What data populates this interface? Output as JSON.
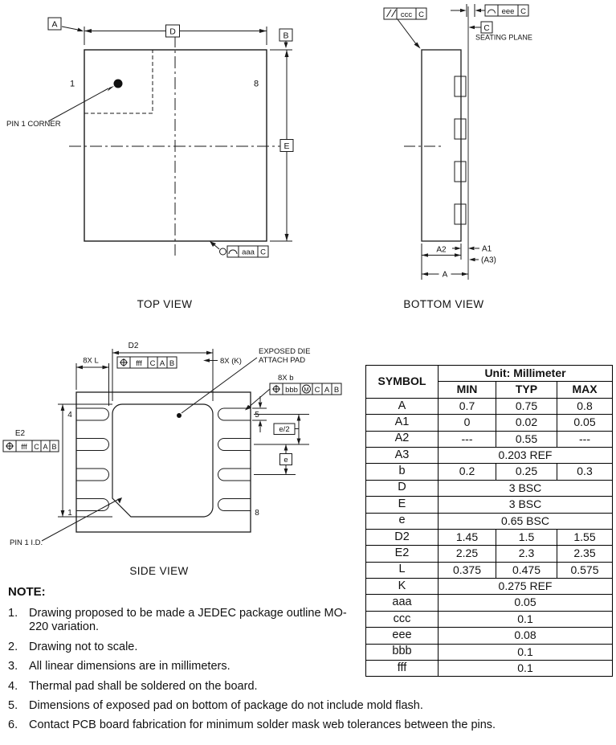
{
  "top_view": {
    "label": "TOP VIEW",
    "pin1_number": "1",
    "pin8_number": "8",
    "pin1_corner": "PIN 1 CORNER",
    "datum_a": "A",
    "datum_b": "B",
    "dim_d": "D",
    "dim_e": "E",
    "fcf_aaa": {
      "tolerance": "aaa",
      "datum": "C"
    }
  },
  "bottom_view": {
    "label": "BOTTOM VIEW",
    "fcf_ccc": {
      "tolerance": "ccc",
      "datum": "C"
    },
    "fcf_eee": {
      "tolerance": "eee",
      "datum": "C"
    },
    "datum_c": "C",
    "seating_plane": "SEATING PLANE",
    "dim_a1": "A1",
    "dim_a2": "A2",
    "dim_a3": "(A3)",
    "dim_a": "A"
  },
  "side_view": {
    "label": "SIDE VIEW",
    "dim_d2": "D2",
    "dim_8x_l": "8X L",
    "dim_8x_k": "8X (K)",
    "exposed_pad_line1": "EXPOSED DIE",
    "exposed_pad_line2": "ATTACH PAD",
    "dim_8x_b": "8X b",
    "dim_e2": "E2",
    "dim_e_half": "e/2",
    "dim_e": "e",
    "pin4_number": "4",
    "pin5_number": "5",
    "pin1_number": "1",
    "pin8_number": "8",
    "pin1_id": "PIN 1 I.D.",
    "fcf_fff_top": {
      "tolerance": "fff",
      "datum1": "C",
      "datum2": "A",
      "datum3": "B"
    },
    "fcf_fff_left": {
      "tolerance": "fff",
      "datum1": "C",
      "datum2": "A",
      "datum3": "B"
    },
    "fcf_bbb": {
      "tolerance": "bbb",
      "modifier": "M",
      "datum1": "C",
      "datum2": "A",
      "datum3": "B"
    }
  },
  "table": {
    "symbol_header": "SYMBOL",
    "unit_header": "Unit: Millimeter",
    "min_header": "MIN",
    "typ_header": "TYP",
    "max_header": "MAX",
    "rows": [
      {
        "symbol": "A",
        "cells": [
          "0.7",
          "0.75",
          "0.8"
        ]
      },
      {
        "symbol": "A1",
        "cells": [
          "0",
          "0.02",
          "0.05"
        ]
      },
      {
        "symbol": "A2",
        "cells": [
          "---",
          "0.55",
          "---"
        ]
      },
      {
        "symbol": "A3",
        "cells": [
          "0.203 REF"
        ]
      },
      {
        "symbol": "b",
        "cells": [
          "0.2",
          "0.25",
          "0.3"
        ]
      },
      {
        "symbol": "D",
        "cells": [
          "3 BSC"
        ]
      },
      {
        "symbol": "E",
        "cells": [
          "3 BSC"
        ]
      },
      {
        "symbol": "e",
        "cells": [
          "0.65 BSC"
        ]
      },
      {
        "symbol": "D2",
        "cells": [
          "1.45",
          "1.5",
          "1.55"
        ]
      },
      {
        "symbol": "E2",
        "cells": [
          "2.25",
          "2.3",
          "2.35"
        ]
      },
      {
        "symbol": "L",
        "cells": [
          "0.375",
          "0.475",
          "0.575"
        ]
      },
      {
        "symbol": "K",
        "cells": [
          "0.275 REF"
        ]
      },
      {
        "symbol": "aaa",
        "cells": [
          "0.05"
        ]
      },
      {
        "symbol": "ccc",
        "cells": [
          "0.1"
        ]
      },
      {
        "symbol": "eee",
        "cells": [
          "0.08"
        ]
      },
      {
        "symbol": "bbb",
        "cells": [
          "0.1"
        ]
      },
      {
        "symbol": "fff",
        "cells": [
          "0.1"
        ]
      }
    ]
  },
  "notes": {
    "title": "NOTE:",
    "items": [
      {
        "num": "1.",
        "text": "Drawing proposed to be made a JEDEC package outline MO-220 variation."
      },
      {
        "num": "2.",
        "text": "Drawing not to scale."
      },
      {
        "num": "3.",
        "text": "All linear dimensions are in millimeters."
      },
      {
        "num": "4.",
        "text": "Thermal pad shall be soldered on the board."
      },
      {
        "num": "5.",
        "text": "Dimensions of exposed pad on bottom of package do not include mold flash."
      },
      {
        "num": "6.",
        "text": "Contact PCB board fabrication for minimum solder mask web tolerances between the pins."
      }
    ]
  }
}
